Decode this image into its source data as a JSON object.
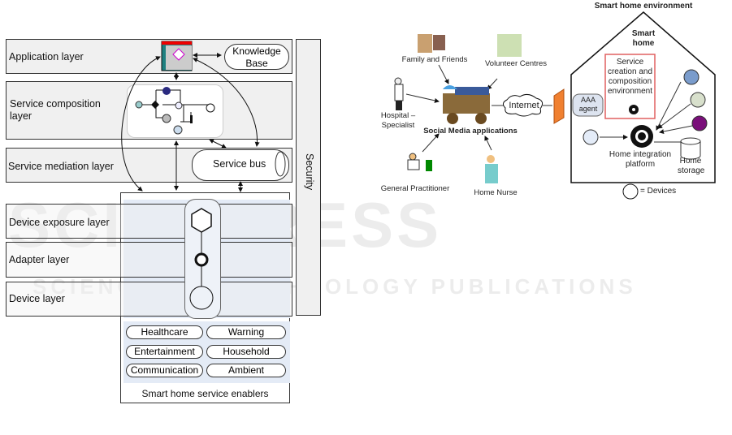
{
  "left": {
    "layers": [
      "Application layer",
      "Service composition layer",
      "Service mediation layer",
      "Device exposure layer",
      "Adapter layer",
      "Device layer"
    ],
    "security": "Security",
    "knowledge_base": "Knowledge Base",
    "service_bus": "Service bus",
    "services": [
      "Healthcare",
      "Warning",
      "Entertainment",
      "Household",
      "Communication",
      "Ambient"
    ],
    "enablers_caption": "Smart home service enablers"
  },
  "right": {
    "title": "Smart home environment",
    "smart_home": "Smart home",
    "service_env": "Service creation and composition environment",
    "home_platform": "Home integration platform",
    "home_storage": "Home storage",
    "devices_legend": "= Devices",
    "aaa": "AAA agent",
    "internet": "Internet",
    "social": "Social Media applications",
    "actors": [
      "Family and Friends",
      "Volunteer Centres",
      "Hospital – Specialist",
      "General Practitioner",
      "Home Nurse"
    ]
  },
  "watermark": {
    "main": "SCITEPRESS",
    "sub": "SCIENCE AND TECHNOLOGY PUBLICATIONS"
  },
  "colors": {
    "device1": "#7a9ccc",
    "device2": "#d8e0cc",
    "device3": "#7a0f7a",
    "device4": "#e4ecf8",
    "red_frame": "#e06060"
  }
}
